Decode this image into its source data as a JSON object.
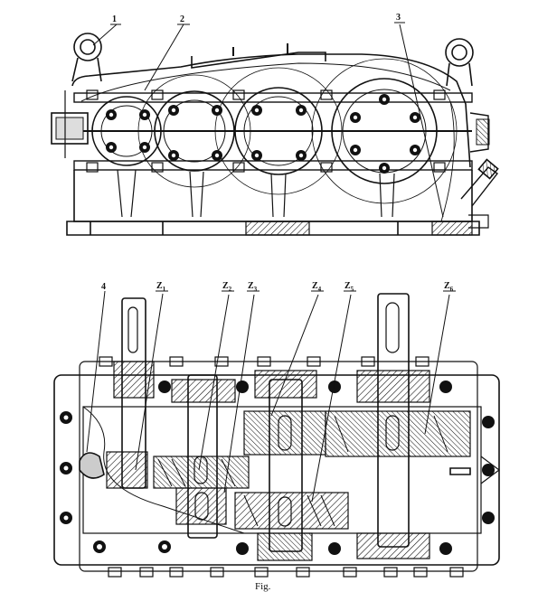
{
  "elevation_view": {
    "callouts": [
      "1",
      "2",
      "3"
    ]
  },
  "plan_view": {
    "callouts": [
      {
        "main": "4",
        "sub": ""
      },
      {
        "main": "Z",
        "sub": "1"
      },
      {
        "main": "Z",
        "sub": "2"
      },
      {
        "main": "Z",
        "sub": "3"
      },
      {
        "main": "Z",
        "sub": "4"
      },
      {
        "main": "Z",
        "sub": "5"
      },
      {
        "main": "Z",
        "sub": "6"
      }
    ]
  },
  "caption": "Fig."
}
